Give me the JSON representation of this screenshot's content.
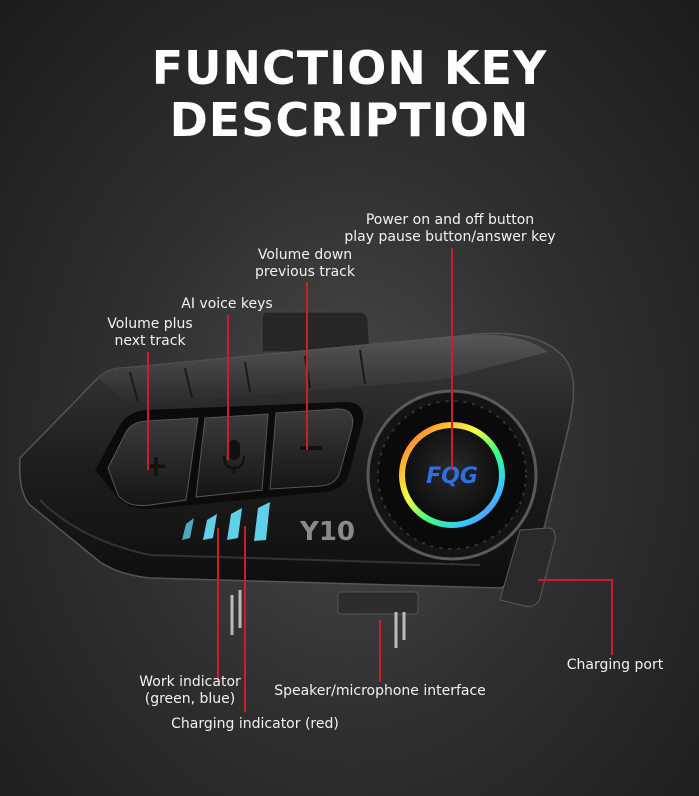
{
  "title": {
    "line1": "FUNCTION KEY",
    "line2": "DESCRIPTION"
  },
  "labels": {
    "power": {
      "line1": "Power on and off button",
      "line2": "play pause button/answer key"
    },
    "volume_down": {
      "line1": "Volume down",
      "line2": "previous track"
    },
    "ai_voice": "AI voice keys",
    "volume_plus": {
      "line1": "Volume plus",
      "line2": "next track"
    },
    "work_indicator": {
      "line1": "Work indicator",
      "line2": "(green, blue)"
    },
    "charging_indicator": "Charging indicator (red)",
    "speaker_mic": "Speaker/microphone interface",
    "charging_port": "Charging port"
  },
  "device": {
    "model": "Y10",
    "logo": "FQG"
  },
  "colors": {
    "pointer_line": "#c8202a",
    "indicator_led": "#5fd0e8"
  }
}
